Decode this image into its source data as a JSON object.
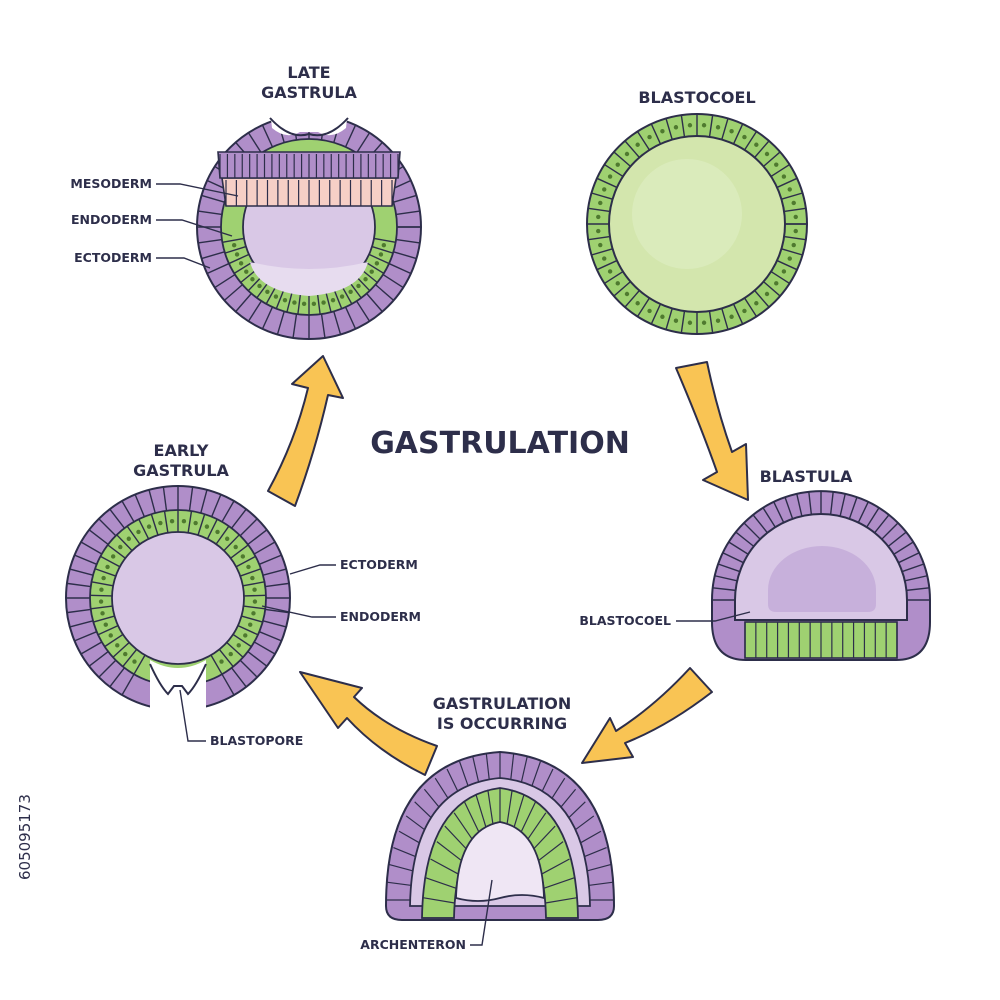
{
  "title": "GASTRULATION",
  "colors": {
    "ectoderm": "#b08ec9",
    "endoderm": "#9fd171",
    "mesoderm": "#f6cfc6",
    "cavity": "#d9c8e6",
    "blastocoel_fill": "#d3e6ad",
    "arrow": "#f9c454",
    "outline": "#2d2e4a"
  },
  "stages": {
    "blastocoel": {
      "title": "BLASTOCOEL"
    },
    "blastula": {
      "title": "BLASTULA",
      "labels": {
        "blastocoel": "BLASTOCOEL"
      }
    },
    "occurring": {
      "title_line1": "GASTRULATION",
      "title_line2": "IS OCCURRING",
      "labels": {
        "archenteron": "ARCHENTERON"
      }
    },
    "early": {
      "title_line1": "EARLY",
      "title_line2": "GASTRULA",
      "labels": {
        "ectoderm": "ECTODERM",
        "endoderm": "ENDODERM",
        "blastopore": "BLASTOPORE"
      }
    },
    "late": {
      "title_line1": "LATE",
      "title_line2": "GASTRULA",
      "labels": {
        "mesoderm": "MESODERM",
        "endoderm": "ENDODERM",
        "ectoderm": "ECTODERM"
      }
    }
  },
  "watermark": {
    "id_text": "605095173"
  },
  "arrows": [
    {
      "name": "arrow-blastocoel-to-blastula",
      "icon": "curved-arrow"
    },
    {
      "name": "arrow-blastula-to-occurring",
      "icon": "curved-arrow"
    },
    {
      "name": "arrow-occurring-to-early",
      "icon": "curved-arrow"
    },
    {
      "name": "arrow-early-to-late",
      "icon": "curved-arrow"
    }
  ]
}
